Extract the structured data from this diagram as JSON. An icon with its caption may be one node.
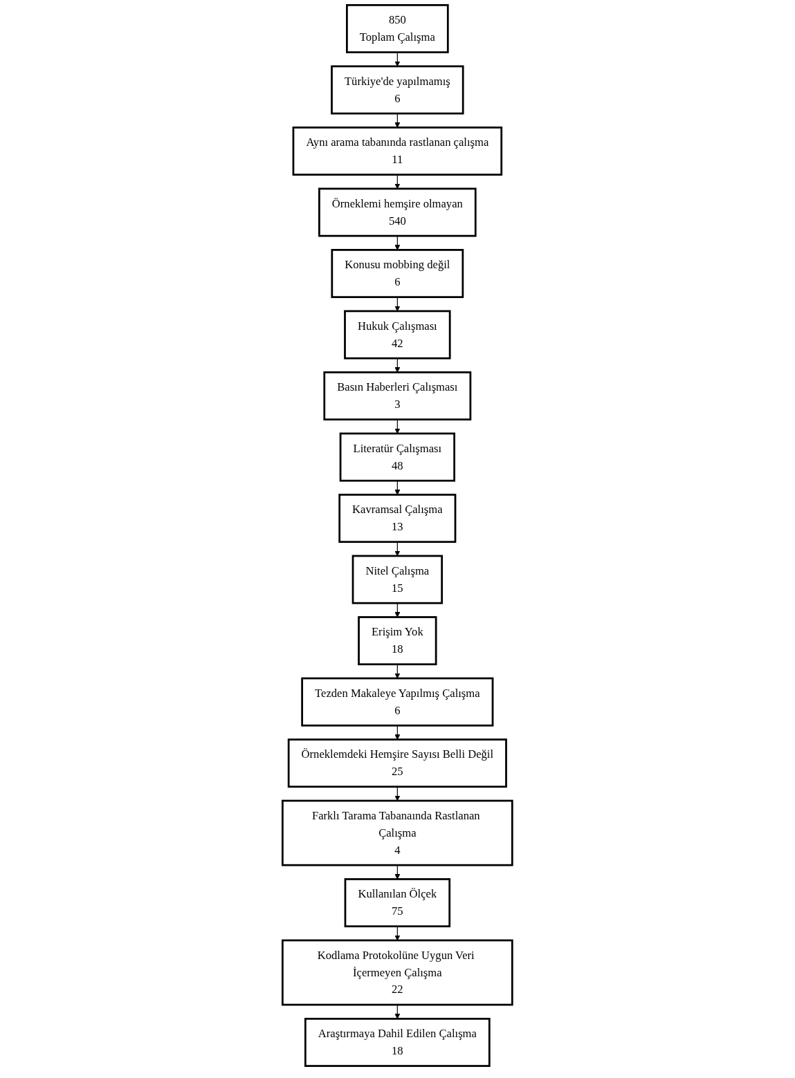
{
  "diagram": {
    "nodes": [
      {
        "text": [
          "850",
          "Toplam Çalışma"
        ]
      },
      {
        "text": [
          "Türkiye'de yapılmamış",
          "6"
        ]
      },
      {
        "text": [
          "Aynı arama tabanında rastlanan çalışma",
          "11"
        ]
      },
      {
        "text": [
          "Örneklemi hemşire olmayan",
          "540"
        ]
      },
      {
        "text": [
          "Konusu mobbing değil",
          "6"
        ]
      },
      {
        "text": [
          "Hukuk Çalışması",
          "42"
        ]
      },
      {
        "text": [
          "Basın Haberleri Çalışması",
          "3"
        ]
      },
      {
        "text": [
          "Literatür Çalışması",
          "48"
        ]
      },
      {
        "text": [
          "Kavramsal Çalışma",
          "13"
        ]
      },
      {
        "text": [
          "Nitel Çalışma",
          "15"
        ]
      },
      {
        "text": [
          "Erişim Yok",
          "18"
        ]
      },
      {
        "text": [
          "Tezden Makaleye Yapılmış Çalışma",
          "6"
        ]
      },
      {
        "text": [
          "Örneklemdeki Hemşire Sayısı Belli Değil",
          "25"
        ]
      },
      {
        "text": [
          "Farklı Tarama Tabanaında Rastlanan Çalışma",
          "4"
        ]
      },
      {
        "text": [
          "Kullanılan Ölçek",
          "75"
        ]
      },
      {
        "text": [
          "Kodlama Protokolüne Uygun Veri İçermeyen Çalışma",
          "22"
        ]
      },
      {
        "text": [
          "Araştırmaya Dahil Edilen Çalışma",
          "18"
        ]
      }
    ],
    "edges": [
      {
        "from": 0,
        "to": 1,
        "arrow": "to"
      },
      {
        "from": 1,
        "to": 2,
        "arrow": "to"
      },
      {
        "from": 2,
        "to": 3,
        "arrow": "to"
      },
      {
        "from": 3,
        "to": 4,
        "arrow": "to"
      },
      {
        "from": 4,
        "to": 5,
        "arrow": "to"
      },
      {
        "from": 5,
        "to": 6,
        "arrow": "to"
      },
      {
        "from": 6,
        "to": 7,
        "arrow": "to"
      },
      {
        "from": 7,
        "to": 8,
        "arrow": "to"
      },
      {
        "from": 8,
        "to": 9,
        "arrow": "to"
      },
      {
        "from": 9,
        "to": 10,
        "arrow": "to"
      },
      {
        "from": 10,
        "to": 11,
        "arrow": "to"
      },
      {
        "from": 11,
        "to": 12,
        "arrow": "to"
      },
      {
        "from": 12,
        "to": 13,
        "arrow": "to"
      },
      {
        "from": 13,
        "to": 14,
        "arrow": "to"
      },
      {
        "from": 14,
        "to": 15,
        "arrow": "to"
      },
      {
        "from": 15,
        "to": 16,
        "arrow": "to"
      }
    ]
  }
}
